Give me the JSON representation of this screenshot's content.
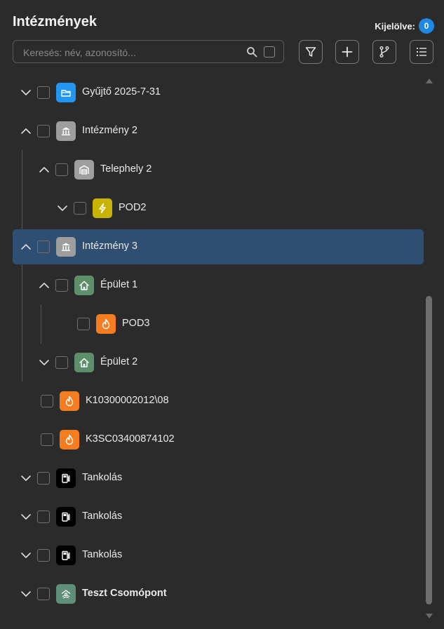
{
  "header": {
    "title": "Intézmények",
    "selected_label": "Kijelölve:",
    "selected_count": "0"
  },
  "search": {
    "placeholder": "Keresés: név, azonosító..."
  },
  "toolbar": {
    "buttons": [
      {
        "name": "filter",
        "icon": "filter-icon"
      },
      {
        "name": "add",
        "icon": "plus-icon"
      },
      {
        "name": "branch",
        "icon": "branch-icon"
      },
      {
        "name": "list",
        "icon": "list-icon"
      }
    ]
  },
  "colors": {
    "accent": "#1e88e5",
    "selected_row": "#2f4f72",
    "folder": "#2196f3",
    "institution": "#9e9e9e",
    "site": "#9e9e9e",
    "electric": "#c8b400",
    "building": "#5f8f6a",
    "gas": "#f57c1f",
    "fuel": "#000000",
    "node": "#5f8f7a"
  },
  "tree": {
    "items": [
      {
        "label": "Gyűjtő 2025-7-31",
        "icon": "folder-icon",
        "chevron": "down",
        "depth": 0
      },
      {
        "label": "Intézmény 2",
        "icon": "institution-icon",
        "chevron": "up",
        "depth": 0
      },
      {
        "label": "Telephely 2",
        "icon": "site-icon",
        "chevron": "up",
        "depth": 1
      },
      {
        "label": "POD2",
        "icon": "electric-icon",
        "chevron": "down",
        "depth": 2
      },
      {
        "label": "Intézmény 3",
        "icon": "institution-icon",
        "chevron": "up",
        "depth": 0,
        "selected": true
      },
      {
        "label": "Épület 1",
        "icon": "building-icon",
        "chevron": "up",
        "depth": 1
      },
      {
        "label": "POD3",
        "icon": "gas-icon",
        "chevron": "none",
        "depth": 2
      },
      {
        "label": "Épület 2",
        "icon": "building-icon",
        "chevron": "down",
        "depth": 1
      },
      {
        "label": "K10300002012\\08",
        "icon": "gas-icon",
        "chevron": "none",
        "depth": 1
      },
      {
        "label": "K3SC03400874102",
        "icon": "gas-icon",
        "chevron": "none",
        "depth": 1
      },
      {
        "label": "Tankolás",
        "icon": "fuel-pump-icon",
        "chevron": "down",
        "depth": 0
      },
      {
        "label": "Tankolás",
        "icon": "fuel-pump-icon",
        "chevron": "down",
        "depth": 0
      },
      {
        "label": "Tankolás",
        "icon": "fuel-pump-icon",
        "chevron": "down",
        "depth": 0
      },
      {
        "label": "Teszt Csomópont",
        "icon": "node-icon",
        "chevron": "down",
        "depth": 0,
        "bold": true
      }
    ]
  }
}
